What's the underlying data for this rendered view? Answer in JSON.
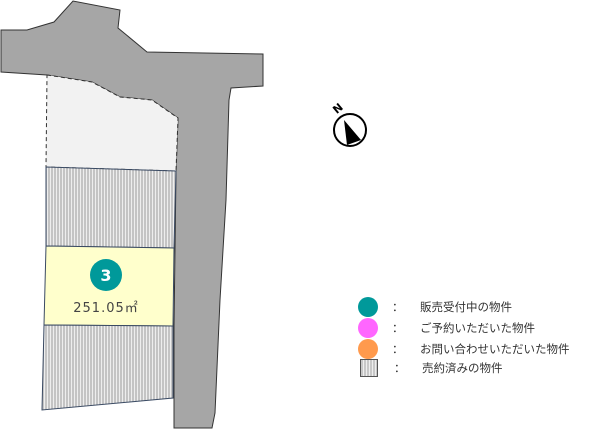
{
  "lot": {
    "number": "3",
    "area": "251.05㎡",
    "status_color": "#00999a"
  },
  "compass": {
    "label": "N"
  },
  "legend": [
    {
      "label": "販売受付中の物件",
      "color": "#00999a",
      "sep": "："
    },
    {
      "label": "ご予約いただいた物件",
      "color": "#ff66ff",
      "sep": "："
    },
    {
      "label": "お問い合わせいただいた物件",
      "color": "#ff9a4d",
      "sep": "："
    },
    {
      "label": "売約済みの物件",
      "color": "hatched",
      "sep": "："
    }
  ]
}
